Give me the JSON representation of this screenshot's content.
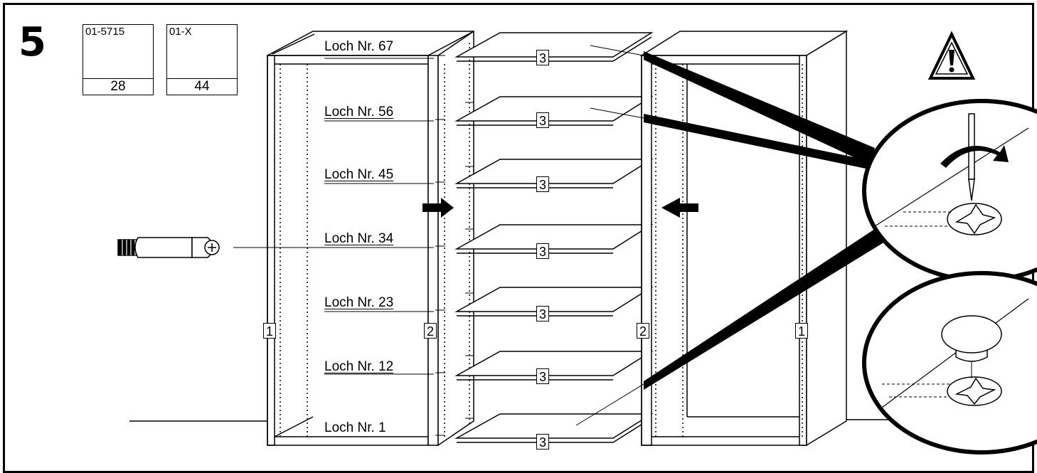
{
  "step_number": "5",
  "parts": [
    {
      "code": "01-5715",
      "quantity": "28",
      "icon": "cam-lock-bolt-icon"
    },
    {
      "code": "01-X",
      "quantity": "44",
      "icon": "cover-cap-icon"
    }
  ],
  "hole_labels": [
    "Loch Nr. 67",
    "Loch Nr. 56",
    "Loch Nr. 45",
    "Loch Nr. 34",
    "Loch Nr. 23",
    "Loch Nr. 12",
    "Loch Nr. 1"
  ],
  "part_tags": {
    "side_panel": "1",
    "divider_panel": "2",
    "shelf": "3"
  },
  "icons": {
    "warning": "warning-triangle-icon",
    "screwdriver": "screwdriver-icon",
    "rotation": "rotate-arrow-icon",
    "push_arrow": "push-arrow-icon"
  },
  "colors": {
    "ink": "#000000",
    "paper": "#ffffff"
  }
}
